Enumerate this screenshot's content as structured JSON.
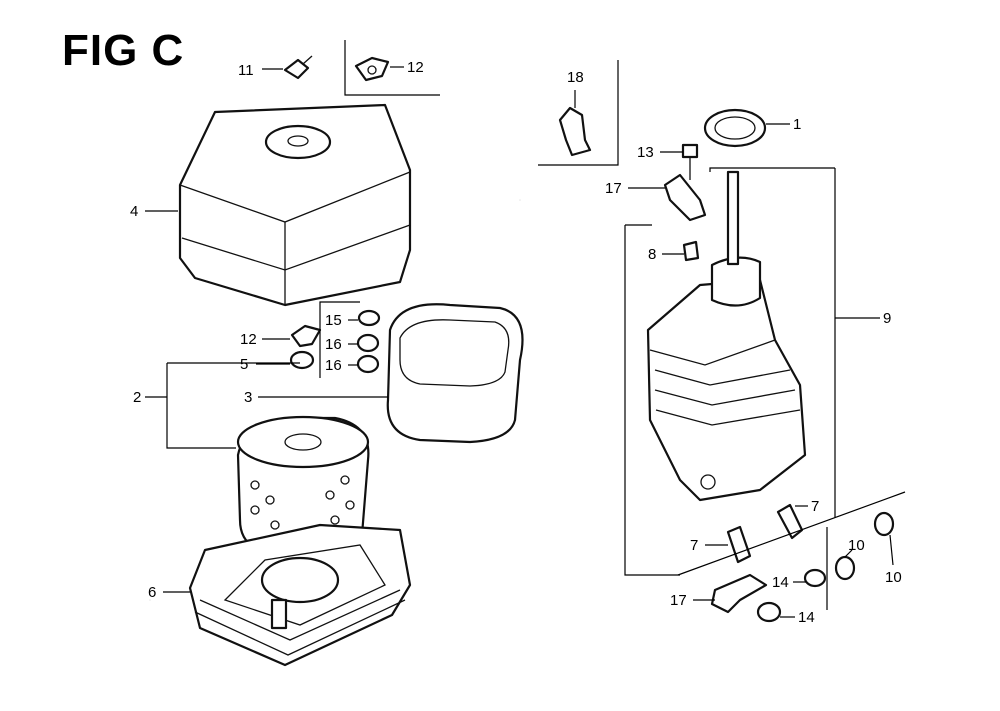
{
  "figure": {
    "title": "FIG C",
    "callouts": [
      "1",
      "2",
      "3",
      "4",
      "5",
      "6",
      "7",
      "7",
      "8",
      "9",
      "10",
      "10",
      "11",
      "12",
      "12",
      "13",
      "14",
      "14",
      "15",
      "16",
      "16",
      "17",
      "17",
      "18"
    ]
  }
}
